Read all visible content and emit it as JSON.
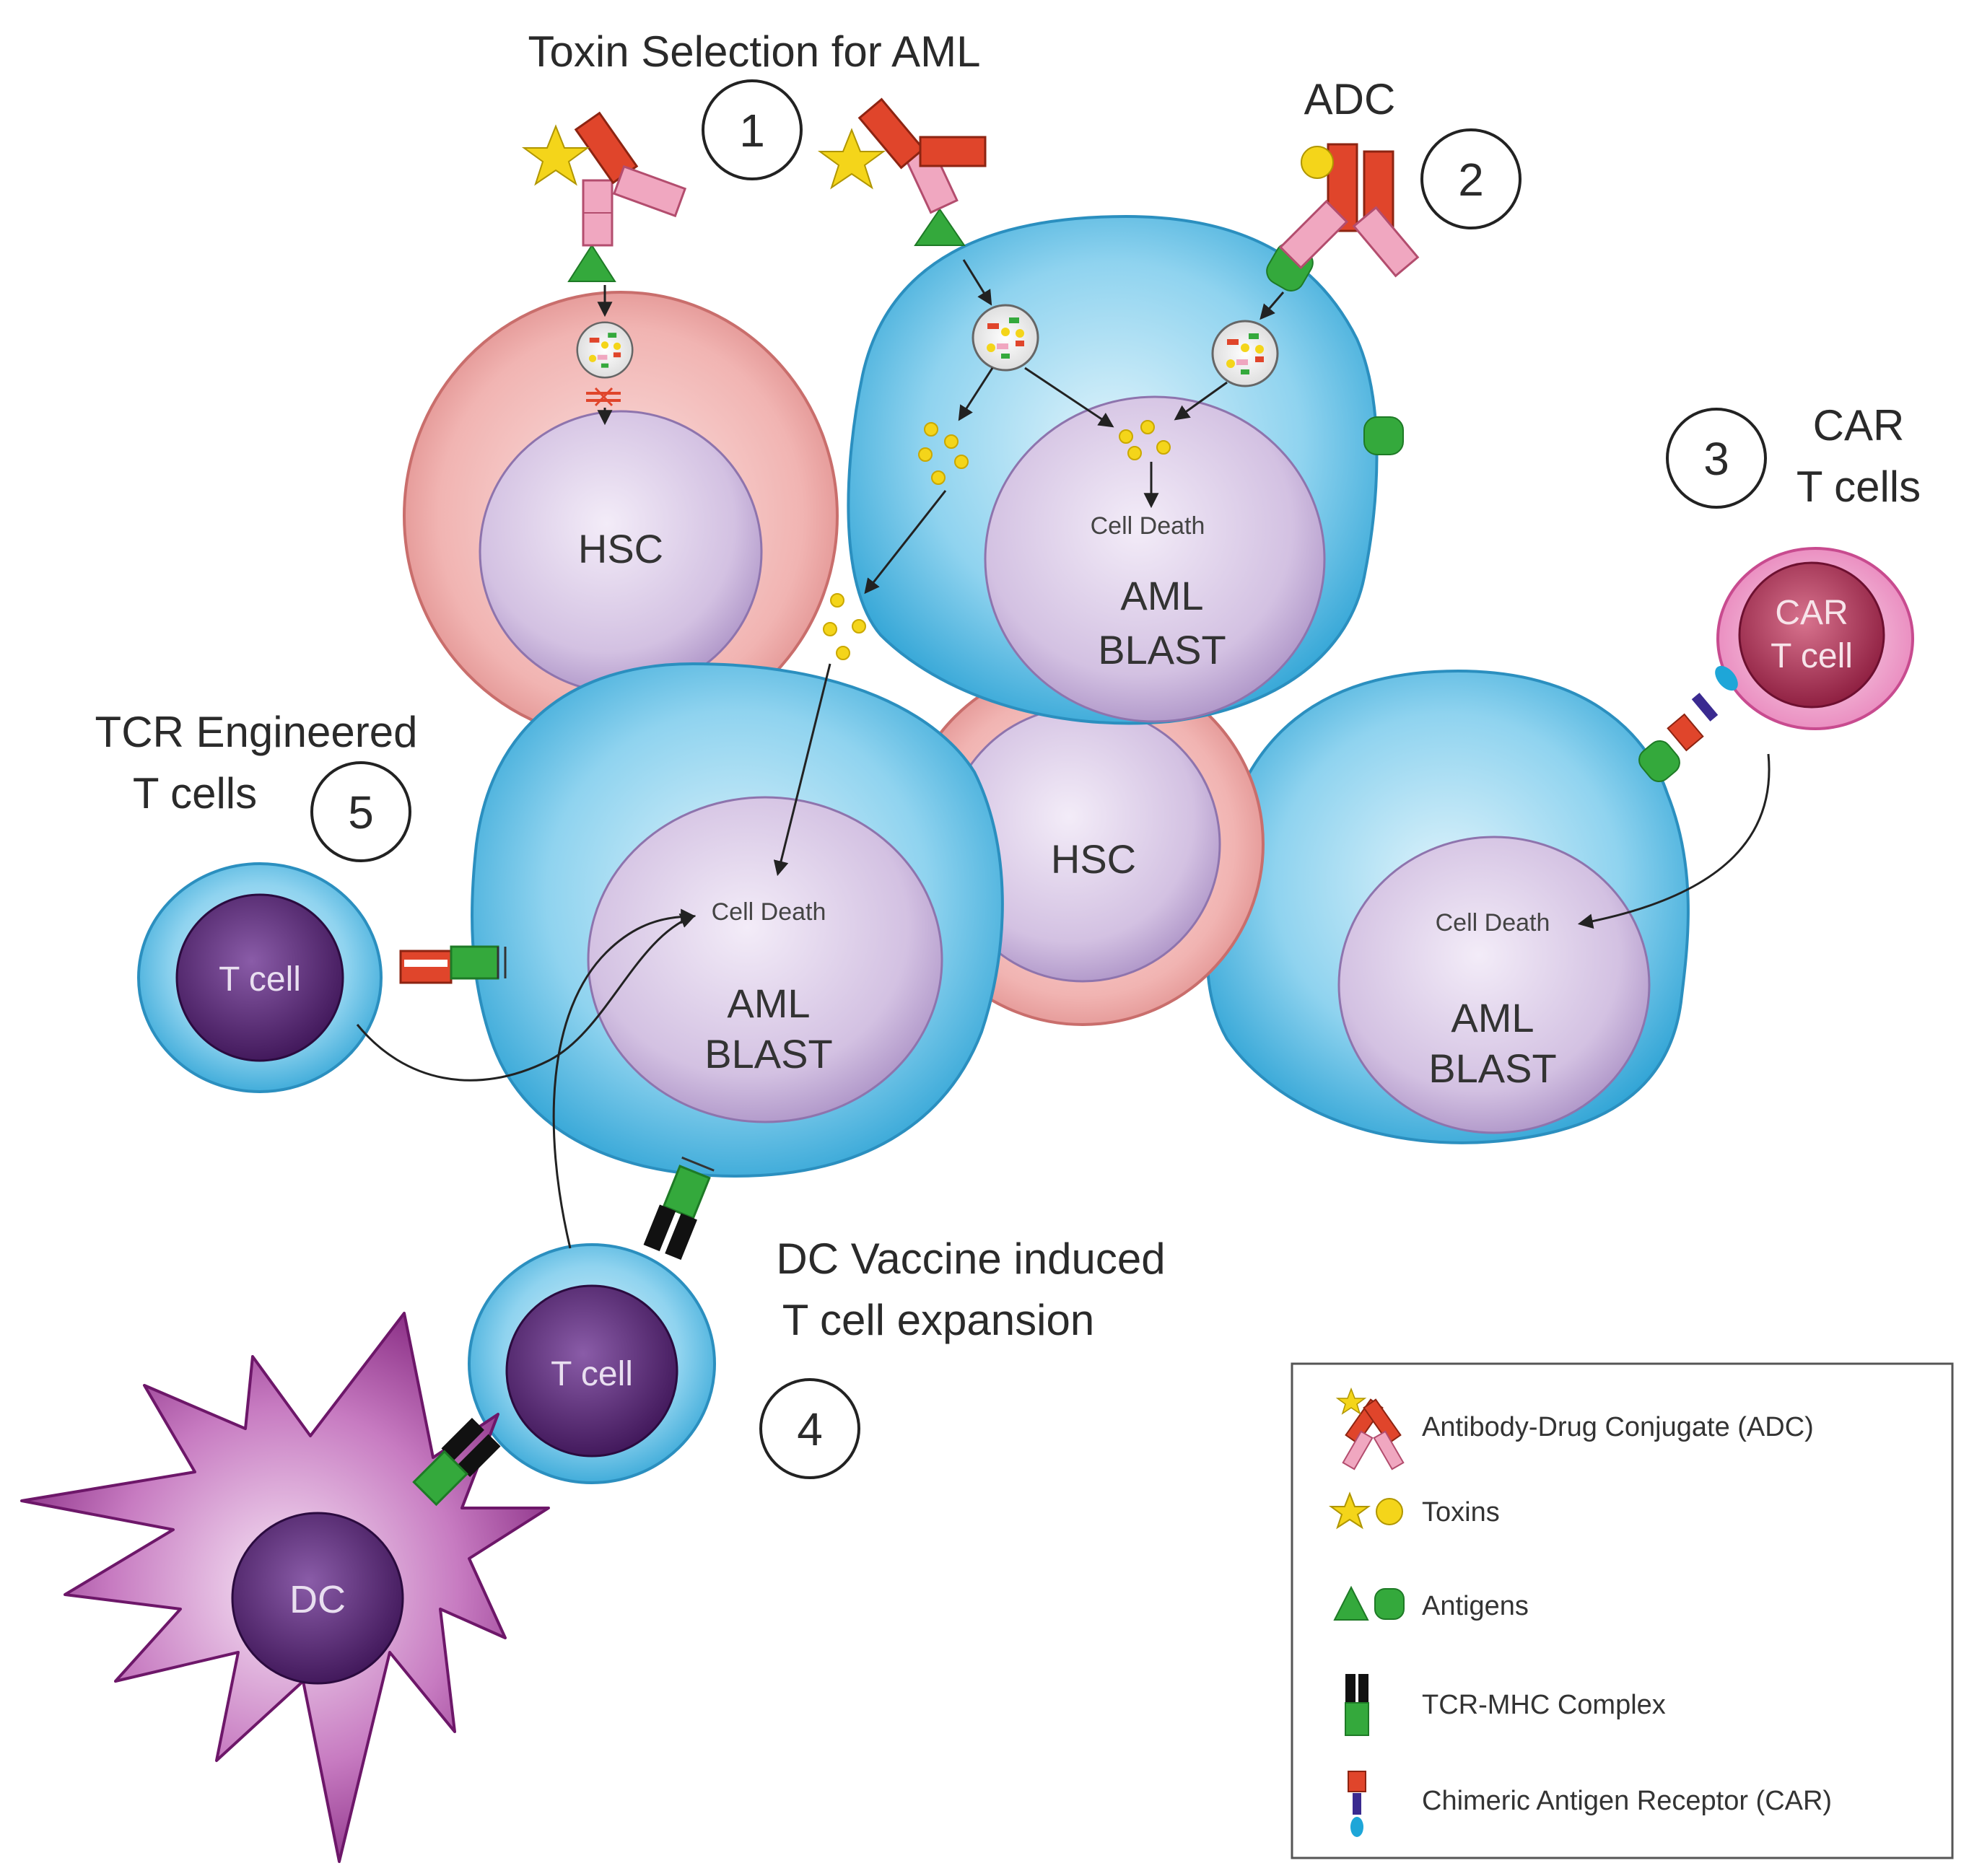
{
  "labels": {
    "toxin_selection": "Toxin Selection for AML",
    "adc": "ADC",
    "car_line1": "CAR",
    "car_line2": "T cells",
    "tcr_line1": "TCR Engineered",
    "tcr_line2": "T cells",
    "dc_line1": "DC Vaccine induced",
    "dc_line2": "T cell expansion"
  },
  "steps": [
    "1",
    "2",
    "3",
    "4",
    "5"
  ],
  "cells": {
    "hsc": "HSC",
    "aml": "AML",
    "blast": "BLAST",
    "cell_death": "Cell Death",
    "t_cell": "T cell",
    "car": "CAR",
    "dc": "DC"
  },
  "legend": [
    {
      "label": "Antibody-Drug Conjugate (ADC)",
      "icon": "adc-icon"
    },
    {
      "label": "Toxins",
      "icon": "toxins-icon"
    },
    {
      "label": "Antigens",
      "icon": "antigens-icon"
    },
    {
      "label": "TCR-MHC Complex",
      "icon": "tcr-mhc-icon"
    },
    {
      "label": "Chimeric Antigen Receptor (CAR)",
      "icon": "car-icon"
    }
  ],
  "colors": {
    "aml_cell": "#4fb8e0",
    "hsc_cell": "#e59a98",
    "nucleus": "#c9b3db",
    "t_cell_nucleus": "#5b2a78",
    "dc_cell": "#8a2f86",
    "antibody": "#e0452b",
    "antibody_light": "#f0a7c0",
    "antigen": "#34a93c",
    "toxin": "#f4d51a"
  }
}
